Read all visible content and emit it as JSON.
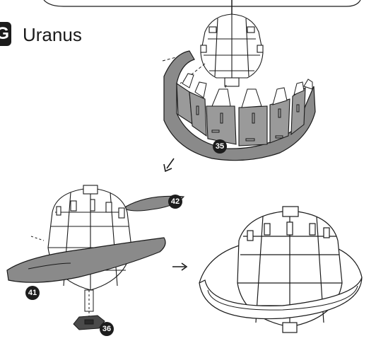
{
  "section": {
    "step_letter": "G",
    "title": "Uranus"
  },
  "part_numbers": {
    "ring_segments": "35",
    "top_ring": "42",
    "front_ring": "41",
    "base_hex": "36"
  },
  "icons": {
    "arrow_1": "arrow-down-left",
    "arrow_2": "arrow-right"
  },
  "colors": {
    "part_grey": "#8a8a8a",
    "dark_part": "#4a4a4a",
    "line": "#1a1a1a"
  }
}
